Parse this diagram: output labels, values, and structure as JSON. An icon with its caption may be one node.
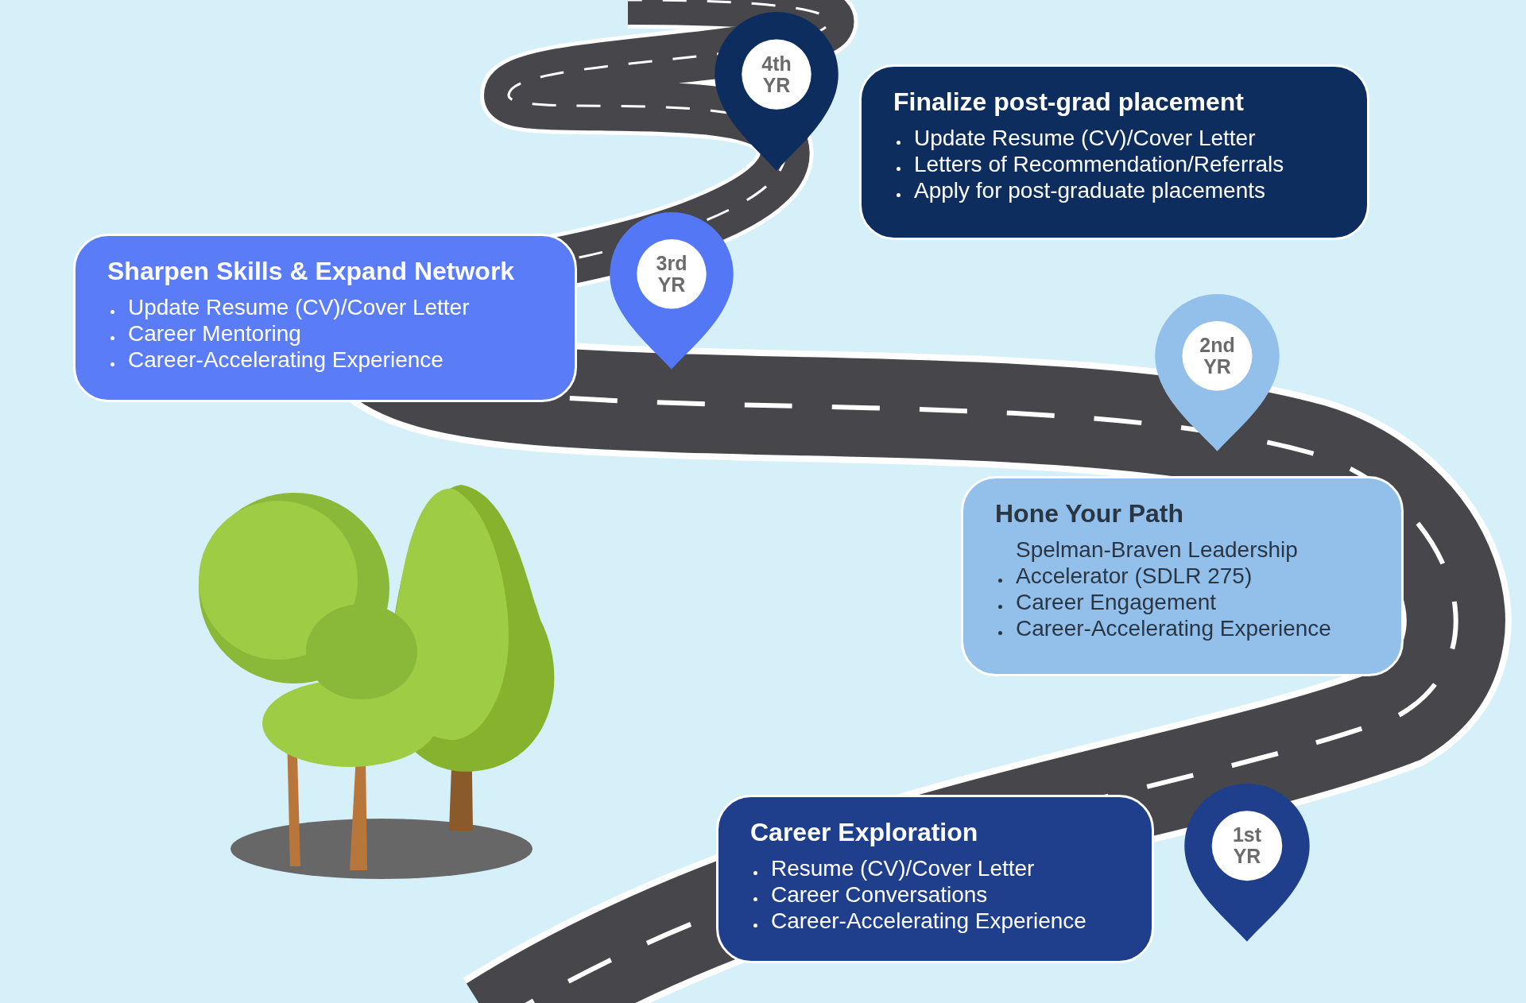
{
  "diagram": {
    "nodes": [
      {
        "text": [
          "4th YR"
        ]
      },
      {
        "text": [
          "Finalize post-grad placement",
          "Update Resume (CV)/Cover Letter",
          "Letters of Recommendation/Referrals",
          "Apply for post-graduate placements"
        ]
      },
      {
        "text": [
          "3rd YR"
        ]
      },
      {
        "text": [
          "Sharpen Skills & Expand Network",
          "Update Resume (CV)/Cover Letter",
          "Career Mentoring",
          "Career-Accelerating Experience"
        ]
      },
      {
        "text": [
          "2nd YR"
        ]
      },
      {
        "text": [
          "Hone Your Path",
          "Spelman-Braven Leadership Accelerator (SDLR 275)",
          "Career Engagement",
          "Career-Accelerating Experience"
        ]
      },
      {
        "text": [
          "1st YR"
        ]
      },
      {
        "text": [
          "Career Exploration",
          "Resume (CV)/Cover Letter",
          "Career Conversations",
          "Career-Accelerating Experience"
        ]
      }
    ]
  }
}
